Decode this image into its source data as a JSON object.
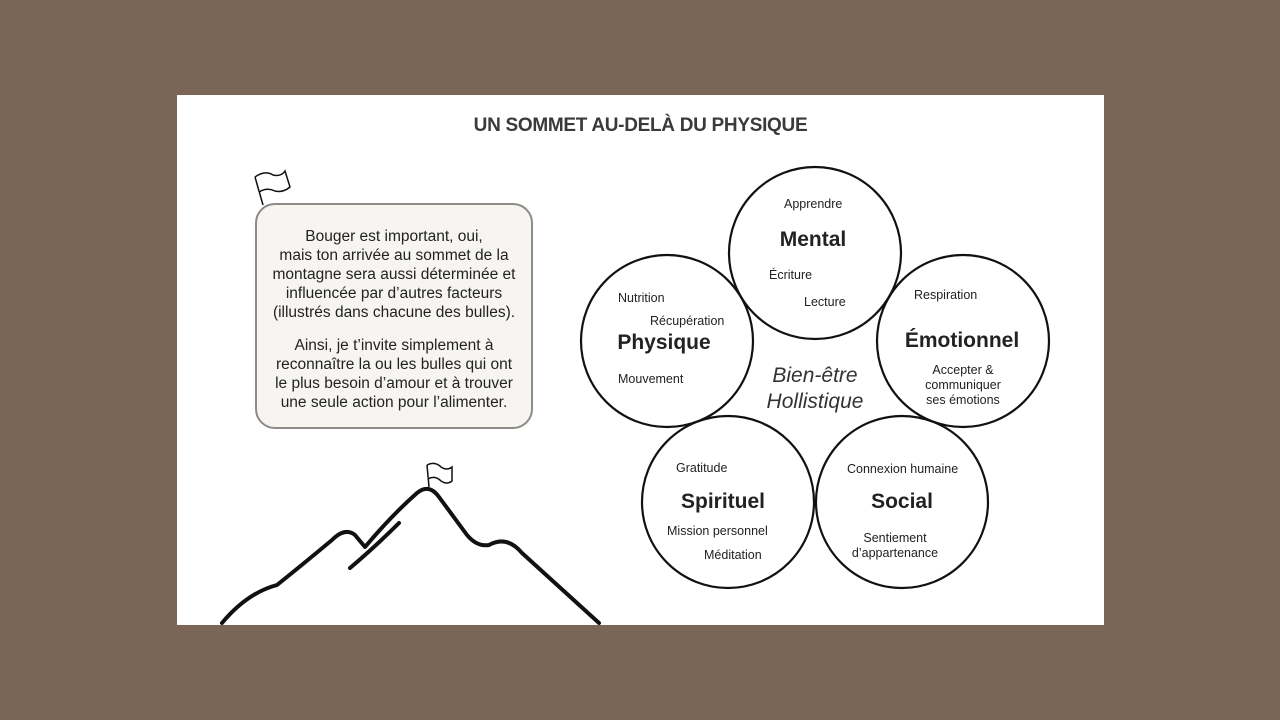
{
  "title": "UN SOMMET AU-DELÀ DU PHYSIQUE",
  "message": {
    "paragraph1": "Bouger est important, oui,\nmais ton arrivée au sommet de la\nmontagne sera aussi déterminée et\ninfluencée par d’autres facteurs\n(illustrés dans chacune des bulles).",
    "paragraph2": "Ainsi, je t’invite simplement à\nreconnaître la ou les bulles qui ont\nle plus besoin d’amour et à trouver\nune seule action pour l’alimenter."
  },
  "center_label": "Bien-être\nHollistique",
  "bubbles": {
    "mental": {
      "title": "Mental",
      "items": [
        "Apprendre",
        "Écriture",
        "Lecture"
      ]
    },
    "physique": {
      "title": "Physique",
      "items": [
        "Nutrition",
        "Récupération",
        "Mouvement"
      ]
    },
    "emotionnel": {
      "title": "Émotionnel",
      "items": [
        "Respiration",
        "Accepter &\ncommuniquer\nses émotions"
      ]
    },
    "spirituel": {
      "title": "Spirituel",
      "items": [
        "Gratitude",
        "Mission personnel",
        "Méditation"
      ]
    },
    "social": {
      "title": "Social",
      "items": [
        "Connexion humaine",
        "Sentiement\nd’appartenance"
      ]
    }
  }
}
